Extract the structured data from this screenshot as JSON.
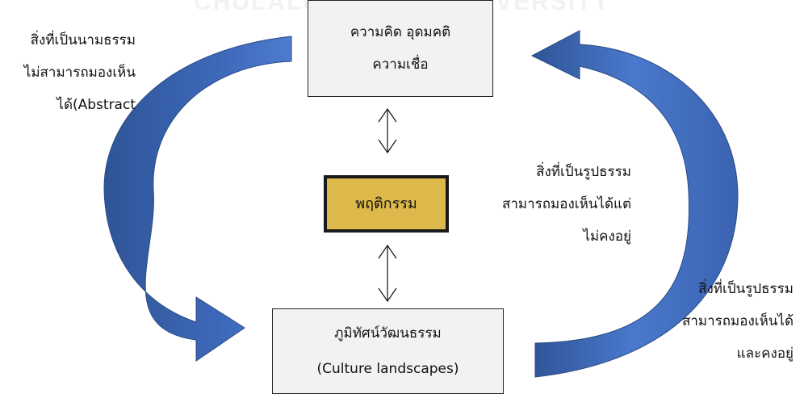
{
  "watermark": "CHULALONGKORN UNIVERSITY",
  "boxes": {
    "top": {
      "line1": "ความคิด อุดมคติ",
      "line2": "ความเชื่อ"
    },
    "middle": {
      "label": "พฤติกรรม"
    },
    "bottom": {
      "line1": "ภูมิทัศน์วัฒนธรรม",
      "line2": "(Culture landscapes)"
    }
  },
  "notes": {
    "left": [
      "สิ่งที่เป็นนามธรรม",
      "ไม่สามารถมองเห็น",
      "ได้(Abstract"
    ],
    "middle": [
      "สิ่งที่เป็นรูปธรรม",
      "สามารถมองเห็นได้แต่",
      "ไม่คงอยู่"
    ],
    "right": [
      "สิ่งที่เป็นรูปธรรม",
      "สามารถมองเห็นได้",
      "และคงอยู่"
    ]
  },
  "colors": {
    "arrow_dark": "#2f5597",
    "arrow_light": "#4f7bd0",
    "box_fill": "#f2f2f2",
    "center_fill": "#dcb94a"
  }
}
